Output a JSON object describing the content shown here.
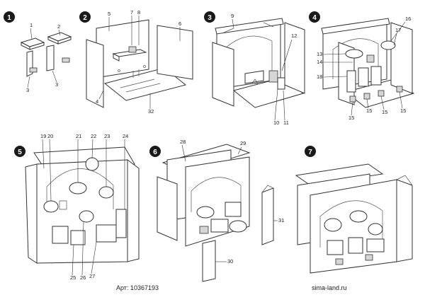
{
  "footer": {
    "article": "Арт: 10367193",
    "website": "sima-land.ru"
  },
  "steps": [
    {
      "n": "1",
      "parts": [
        "1",
        "2",
        "3",
        "3"
      ]
    },
    {
      "n": "2",
      "parts": [
        "5",
        "7",
        "8",
        "6",
        "4",
        "32"
      ]
    },
    {
      "n": "3",
      "parts": [
        "9",
        "12",
        "10",
        "11"
      ]
    },
    {
      "n": "4",
      "parts": [
        "16",
        "17",
        "13",
        "14",
        "18",
        "15",
        "15",
        "15",
        "15"
      ]
    },
    {
      "n": "5",
      "parts": [
        "19",
        "20",
        "21",
        "22",
        "23",
        "24",
        "25",
        "26",
        "27"
      ]
    },
    {
      "n": "6",
      "parts": [
        "28",
        "29",
        "31",
        "30"
      ]
    },
    {
      "n": "7",
      "parts": []
    }
  ]
}
